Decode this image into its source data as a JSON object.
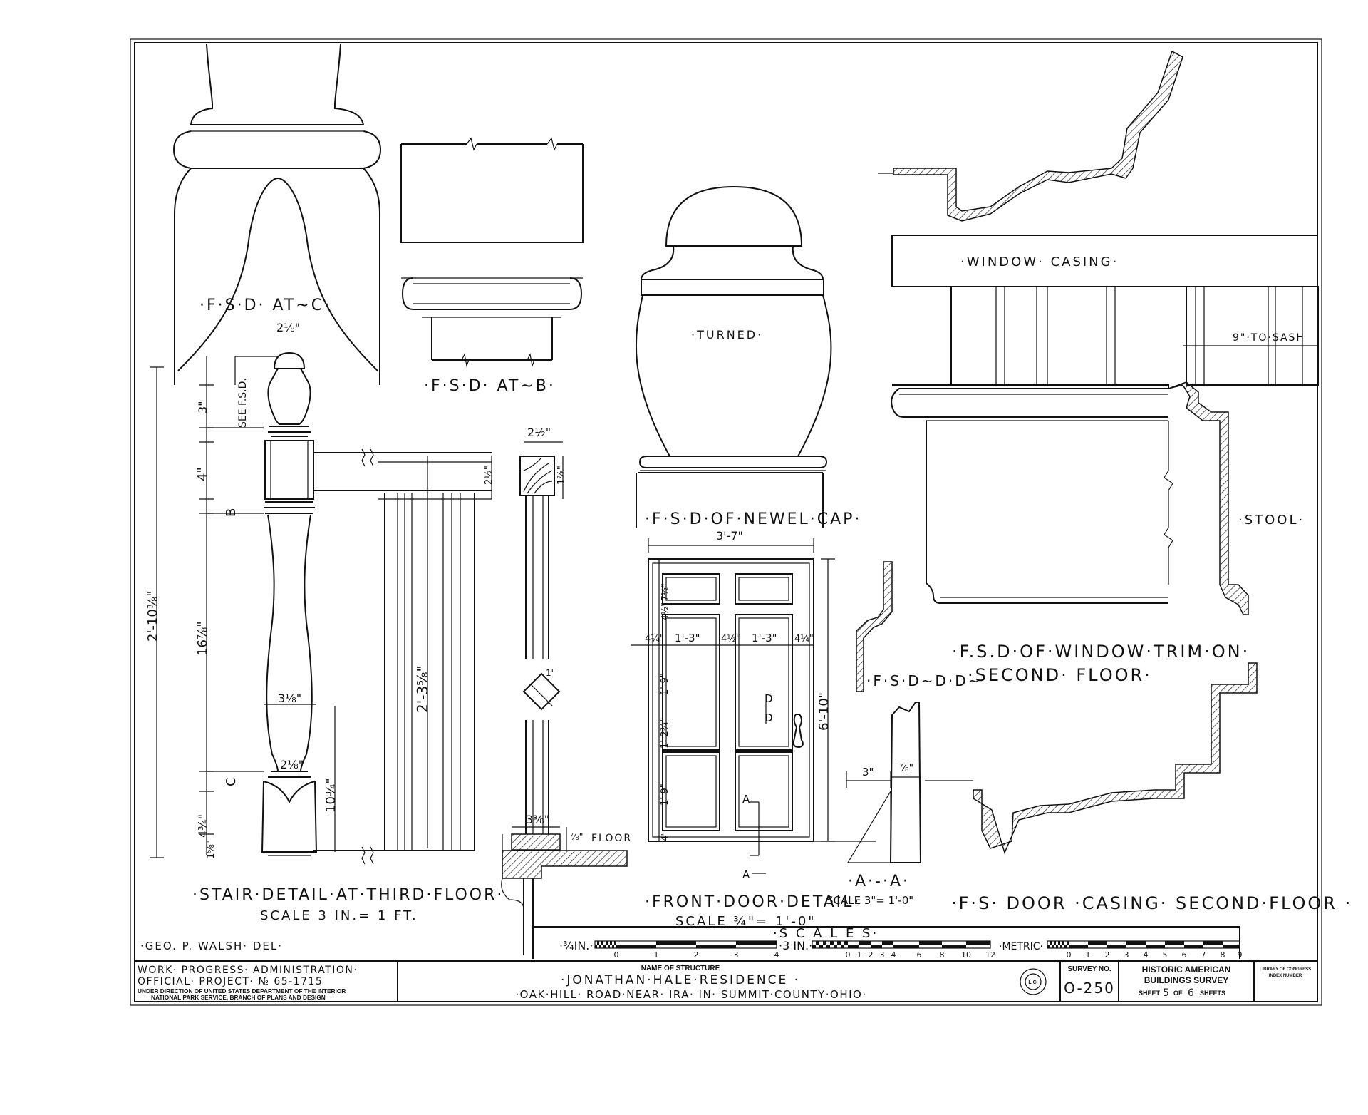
{
  "labels": {
    "fsd_at_c": "·F·S·D· AT~C·",
    "fsd_at_b": "·F·S·D· AT~B·",
    "newel_cap": "·F·S·D·OF·NEWEL·CAP·",
    "turned": "·TURNED·",
    "window_casing": "·WINDOW· CASING·",
    "to_sash": "9\"·TO·SASH",
    "stool": "·STOOL·",
    "window_trim_1": "·F.S.D·OF·WINDOW·TRIM·ON·",
    "window_trim_2": "·SECOND· FLOOR·",
    "fsd_dd": "·F·S·D~D·D~",
    "see_fsd": "SEE F.S.D.",
    "floor": "FLOOR",
    "section_aa": "·A·-·A·",
    "scale_aa": "SCALE 3\"= 1'-0\"",
    "stair_title": "·STAIR·DETAIL·AT·THIRD·FLOOR·",
    "stair_scale": "SCALE 3 IN.= 1 FT.",
    "door_title": "·FRONT·DOOR·DETAIL·",
    "door_scale": "SCALE ¾\"= 1'-0\"",
    "casing_title": "·F·S· DOOR ·CASING· SECOND·FLOOR ·",
    "scales_title": "·S C A L E S·",
    "scale_34": "·¾IN.·",
    "scale_3in": "·3 IN.·",
    "scale_metric": "·METRIC·",
    "delineator": "·GEO. P. WALSH· DEL·",
    "marker_a": "A",
    "marker_d": "D",
    "marker_b": "B",
    "marker_c": "C"
  },
  "dims": {
    "d_2_1_8": "2⅛\"",
    "d_3": "3\"",
    "d_4": "4\"",
    "d_16_7_8": "16⅞\"",
    "d_2_10_3_8": "2'-10⅜\"",
    "d_3_1_8": "3⅛\"",
    "d_2_1_8b": "2⅛\"",
    "d_4_3_4": "4¾\"",
    "d_1_5_8": "1⅝\"",
    "d_10_3_4": "10¾\"",
    "d_2_3_5_8": "2'-3⅝\"",
    "d_2_1_2": "2½\"",
    "d_2_1_2b": "2½\"",
    "d_1_7_8": "1⅞\"",
    "d_1": "1\"",
    "d_3_3_8": "3⅜\"",
    "d_7_8": "⅞\"",
    "d_3_7": "3'-7\"",
    "d_6_10": "6'-10\"",
    "d_1_3a": "1'-3\"",
    "d_1_3b": "1'-3\"",
    "d_4_1_4a": "4¼\"",
    "d_4_1_2": "4½\"",
    "d_4_1_4b": "4¼\"",
    "d_7_1_2": "7½\"",
    "d_4_1_2b": "4½\"",
    "d_1_9a": "1'-9\"",
    "d_1_2_3_4": "1'-2¾\"",
    "d_1_9b": "1'-9\"",
    "d_4_5": "4\"",
    "d_3b": "3\"",
    "d_7_8b": "⅞\""
  },
  "scale_bars": {
    "in34_ticks": [
      "0",
      "1",
      "2",
      "3",
      "4"
    ],
    "in3_ticks": [
      "0",
      "1",
      "2",
      "3",
      "4",
      "6",
      "8",
      "10",
      "12"
    ],
    "metric_ticks": [
      "0",
      "1",
      "2",
      "3",
      "4",
      "5",
      "6",
      "7",
      "8",
      "9"
    ]
  },
  "title_block": {
    "wpa_1": "WORK· PROGRESS· ADMINISTRATION·",
    "wpa_2": "OFFICIAL· PROJECT· № 65-1715",
    "dept_1": "UNDER DIRECTION OF UNITED STATES DEPARTMENT OF THE INTERIOR",
    "dept_2": "NATIONAL PARK SERVICE, BRANCH OF PLANS AND DESIGN",
    "name_label": "NAME OF STRUCTURE",
    "name": "·JONATHAN·HALE·RESIDENCE ·",
    "location": "·OAK·HILL· ROAD·NEAR· IRA· IN· SUMMIT·COUNTY·OHIO·",
    "seal": "L.C.",
    "survey_label": "SURVEY NO.",
    "survey_no": "O-250",
    "habs_1": "HISTORIC AMERICAN",
    "habs_2": "BUILDINGS SURVEY",
    "sheet_word": "SHEET",
    "sheet_no": "5",
    "sheet_of": "OF",
    "sheet_total": "6",
    "sheets_word": "SHEETS",
    "loc_1": "LIBRARY OF CONGRESS",
    "loc_2": "INDEX NUMBER"
  }
}
